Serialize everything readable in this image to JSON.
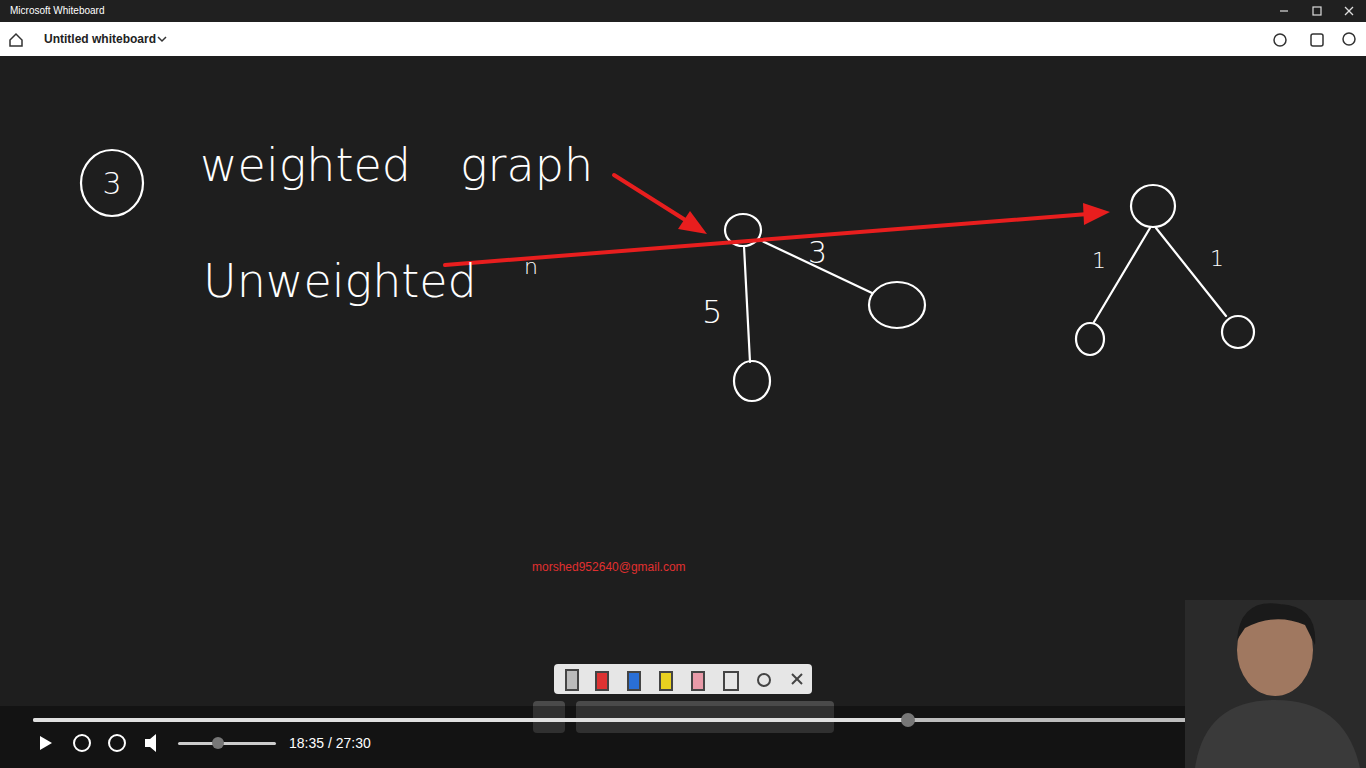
{
  "diagram": {
    "nodes": [
      {
        "text": [
          "3"
        ]
      }
    ],
    "labels": [
      "Microsoft Whiteboard",
      "Untitled whiteboard",
      "weighted",
      "graph",
      "Unweighted",
      "n",
      "5",
      "3",
      "1",
      "1",
      "morshed952640@gmail.com",
      "18:35 / 27:30"
    ]
  }
}
